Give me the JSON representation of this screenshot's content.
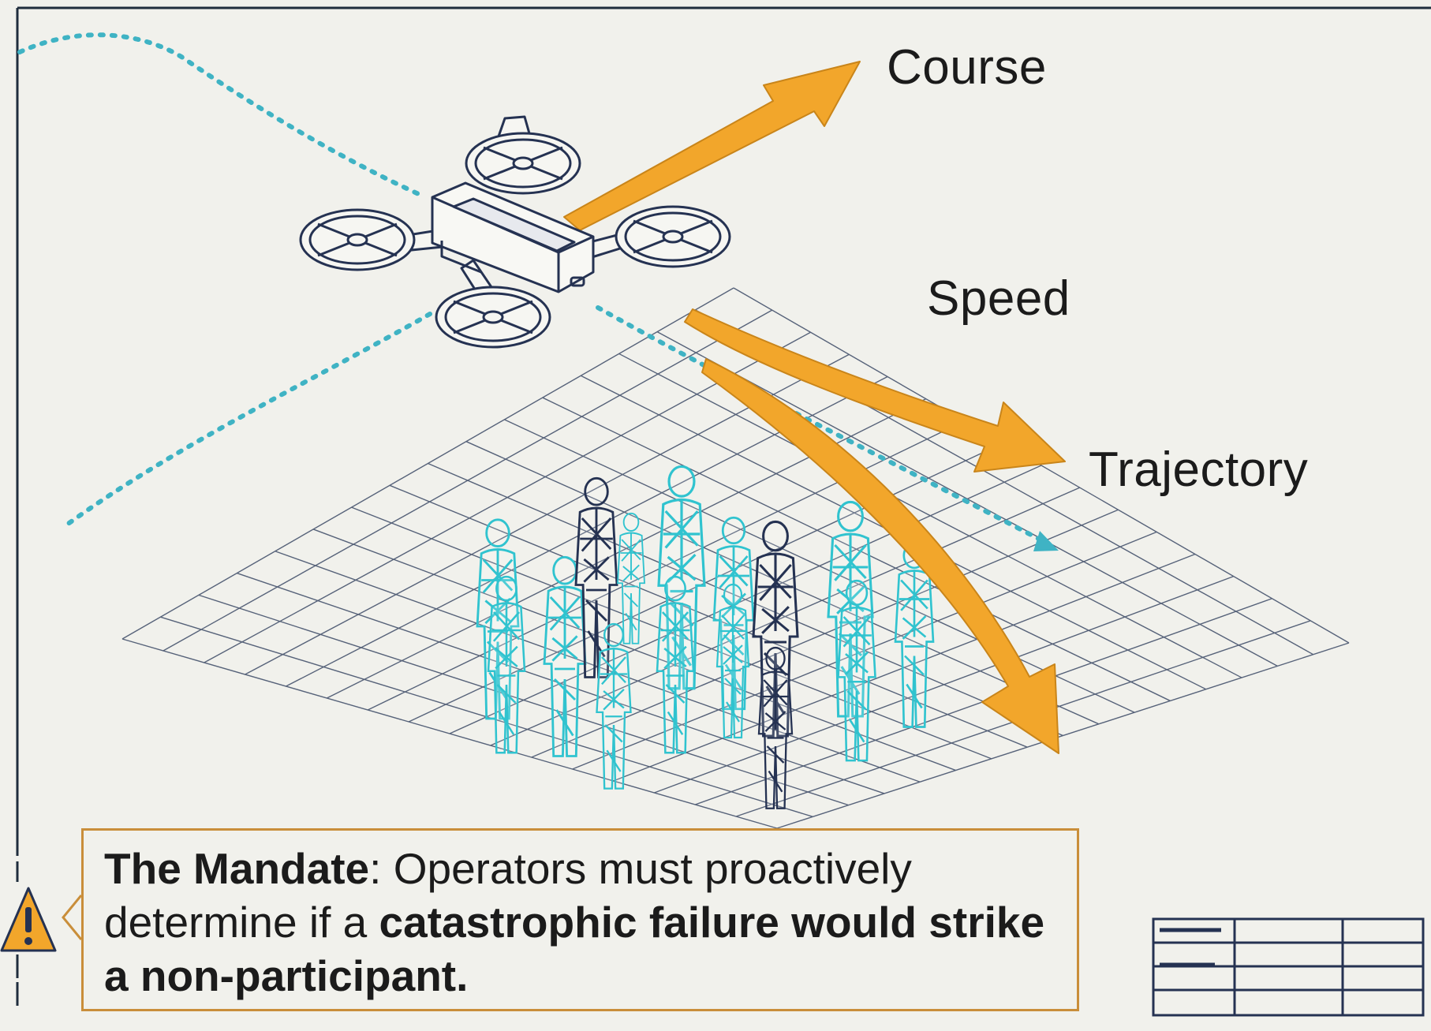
{
  "labels": {
    "course": "Course",
    "speed": "Speed",
    "trajectory": "Trajectory"
  },
  "mandate": {
    "heading": "The Mandate",
    "separator": ": ",
    "text_1": "Operators must proactively determine if a ",
    "emphasis": "catastrophic failure would strike a non-participant."
  },
  "colors": {
    "background": "#f1f1ec",
    "frame": "#1f2d3d",
    "arrow": "#f2a62b",
    "arrow_outline": "#c9851a",
    "path": "#3fb3c4",
    "grid": "#3c4a66",
    "crowd": "#30c3cf",
    "crowd_highlight": "#253252",
    "warning": "#f2a62b",
    "box_border": "#c98e3a"
  },
  "icons": {
    "drone": "quadcopter-drone-icon",
    "warning": "warning-triangle-icon",
    "title_block": "drawing-title-block-icon"
  }
}
